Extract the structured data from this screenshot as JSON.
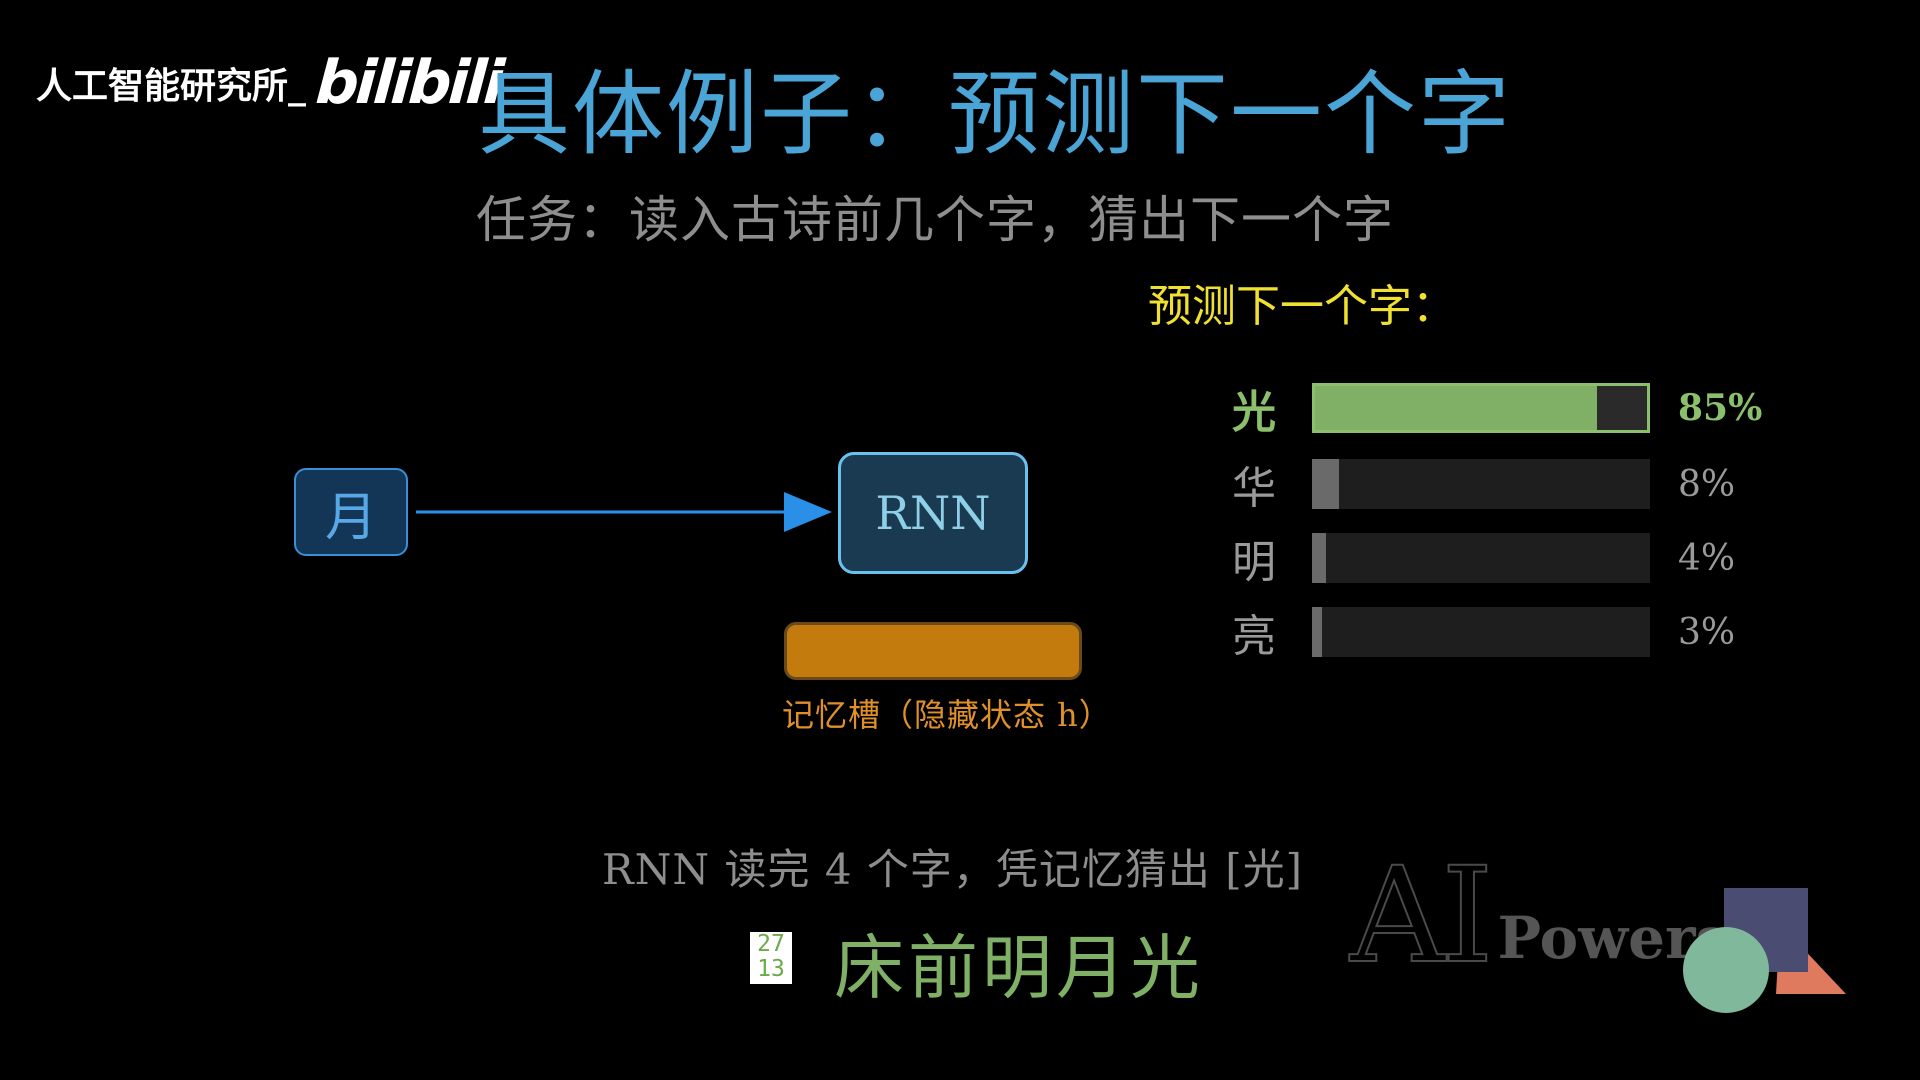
{
  "watermark": {
    "text": "人工智能研究所_",
    "logo": "bilibili"
  },
  "title": "具体例子：预测下一个字",
  "subtitle": "任务：读入古诗前几个字，猜出下一个字",
  "prediction": {
    "label": "预测下一个字：",
    "bars": [
      {
        "char": "光",
        "percent_label": "85%",
        "value": 85
      },
      {
        "char": "华",
        "percent_label": "8%",
        "value": 8
      },
      {
        "char": "明",
        "percent_label": "4%",
        "value": 4
      },
      {
        "char": "亮",
        "percent_label": "3%",
        "value": 3
      }
    ],
    "top_color": "#7fb066"
  },
  "diagram": {
    "input_char": "月",
    "rnn_label": "RNN",
    "memory_label": "记忆槽（隐藏状态 h）",
    "arrow_color": "#2a8fe6",
    "memory_color": "#c47b0e"
  },
  "footer": {
    "status": "RNN 读完 4 个字，凭记忆猜出 [光]",
    "counter_top": "27",
    "counter_bottom": "13",
    "poem": "床前明月光"
  },
  "brand": {
    "big": "AI",
    "small": "Powers"
  }
}
